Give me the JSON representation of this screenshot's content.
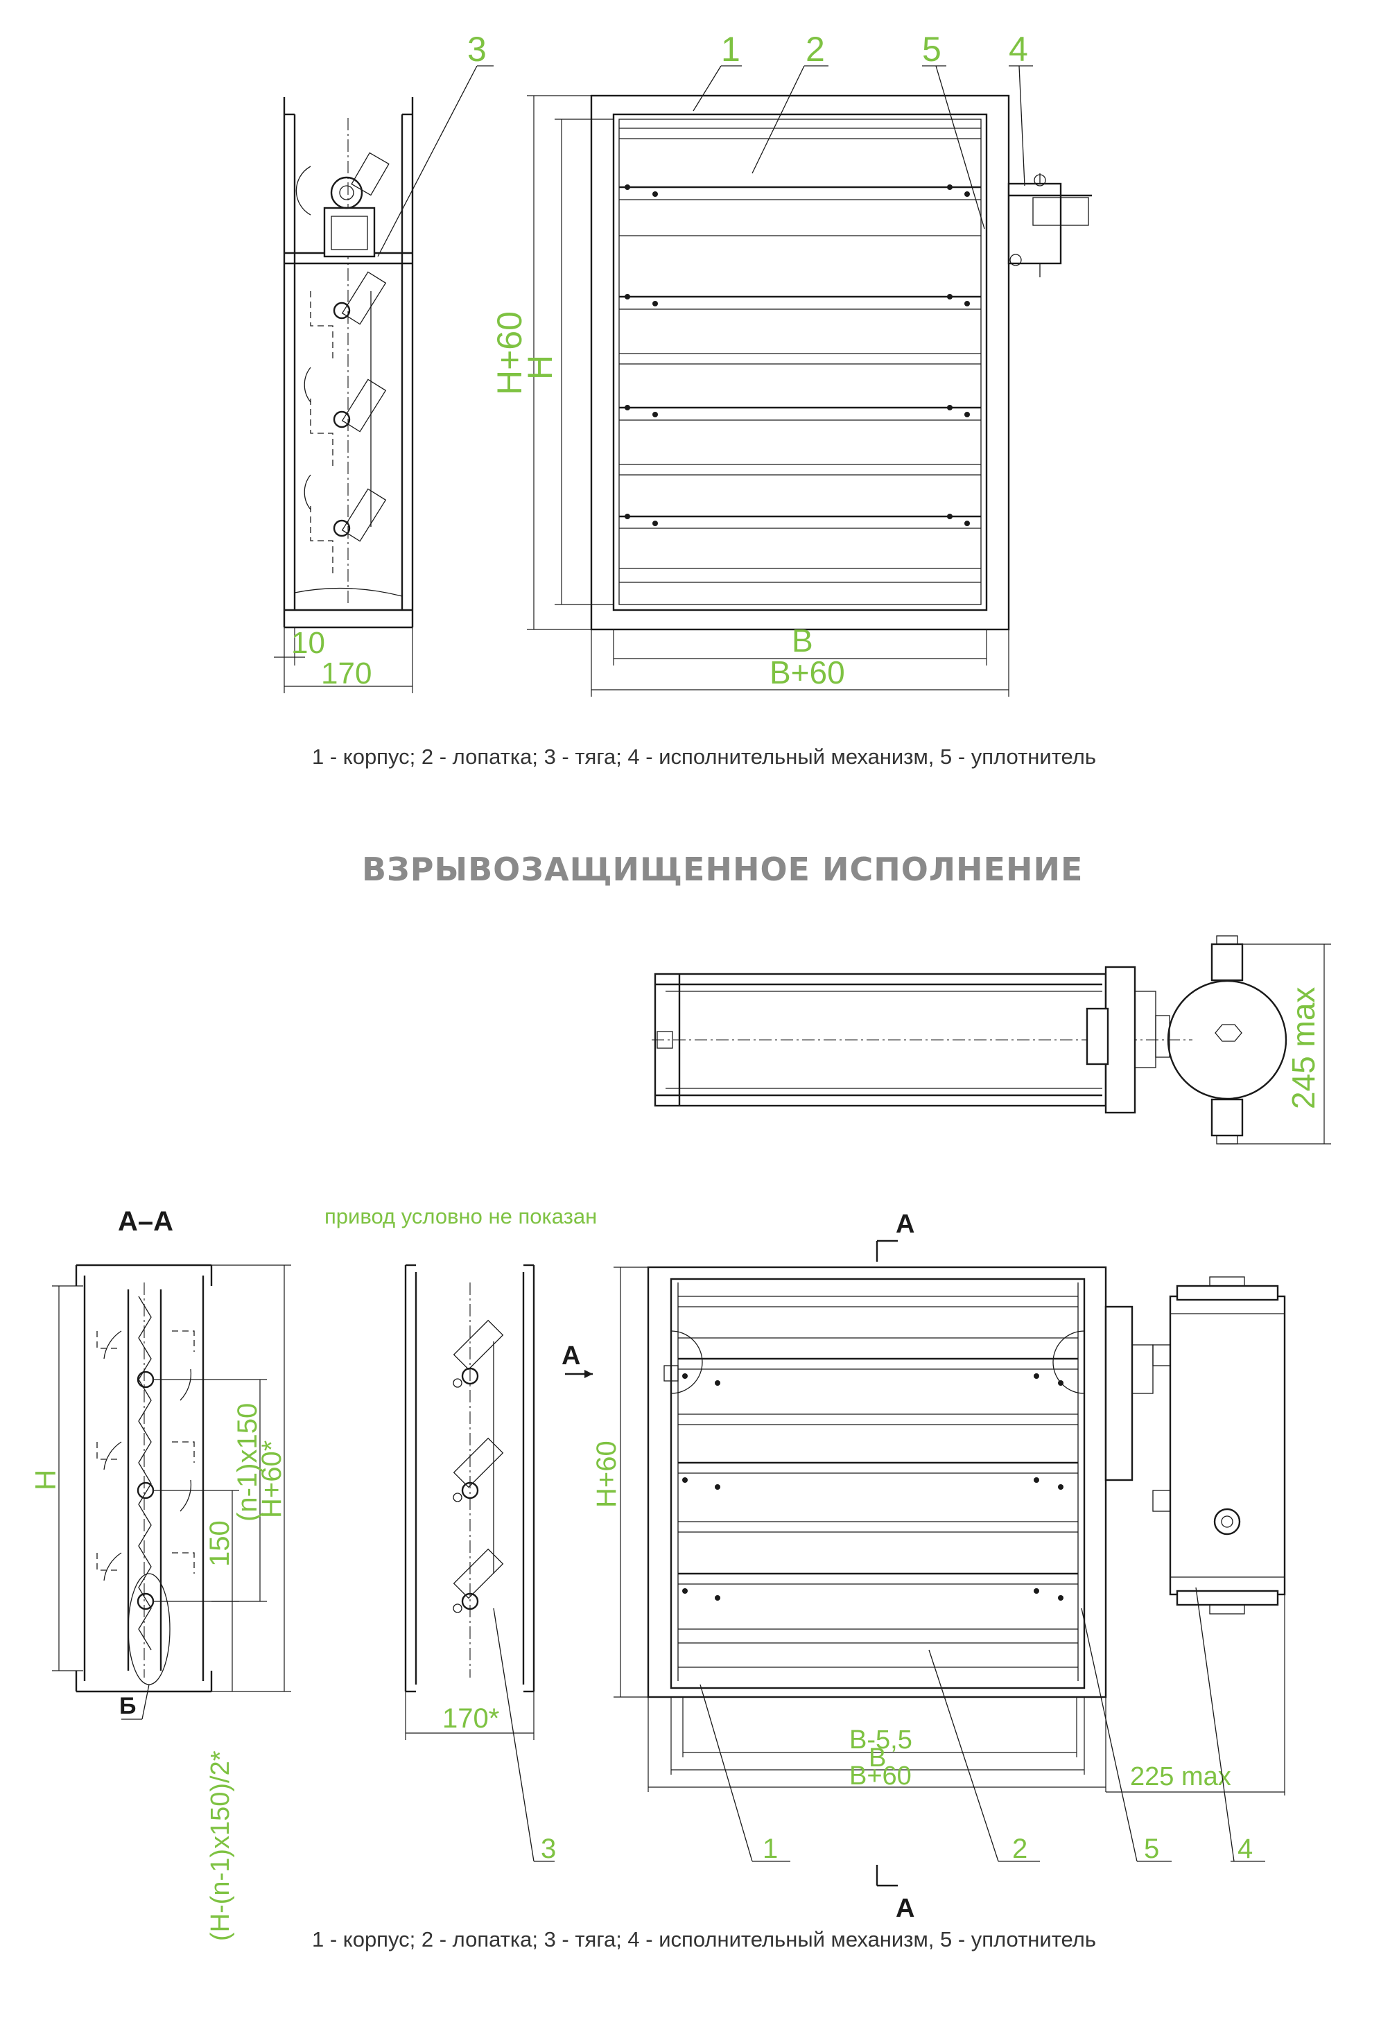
{
  "heading": "ВЗРЫВОЗАЩИЩЕННОЕ ИСПОЛНЕНИЕ",
  "legend_top": "1 - корпус; 2 - лопатка; 3 - тяга; 4 - исполнительный механизм, 5 - уплотнитель",
  "legend_bottom": "1 - корпус; 2 - лопатка; 3 - тяга; 4 - исполнительный механизм, 5 - уплотнитель",
  "note_drive": "привод условно не показан",
  "section_label": "А–А",
  "detail_label": "Б",
  "view_arrow_label": "А",
  "callouts": {
    "top": [
      "3",
      "1",
      "2",
      "5",
      "4"
    ],
    "bottom": [
      "3",
      "1",
      "2",
      "5",
      "4"
    ]
  },
  "dims_top": {
    "flange": "10",
    "depth": "170",
    "H60": "H+60",
    "H": "H",
    "B": "B",
    "B60": "B+60"
  },
  "dims_ex_side": {
    "height_max": "245 max"
  },
  "dims_section": {
    "H": "H",
    "pitch_total": "(n-1)x150",
    "H60star": "H+60*",
    "pitch": "150",
    "offset": "(H-(n-1)x150)/2*"
  },
  "dims_mid": {
    "depth": "170*"
  },
  "dims_front": {
    "H60": "H+60",
    "B55": "B-5,5",
    "B": "B",
    "B60": "B+60",
    "actuator": "225 max"
  }
}
